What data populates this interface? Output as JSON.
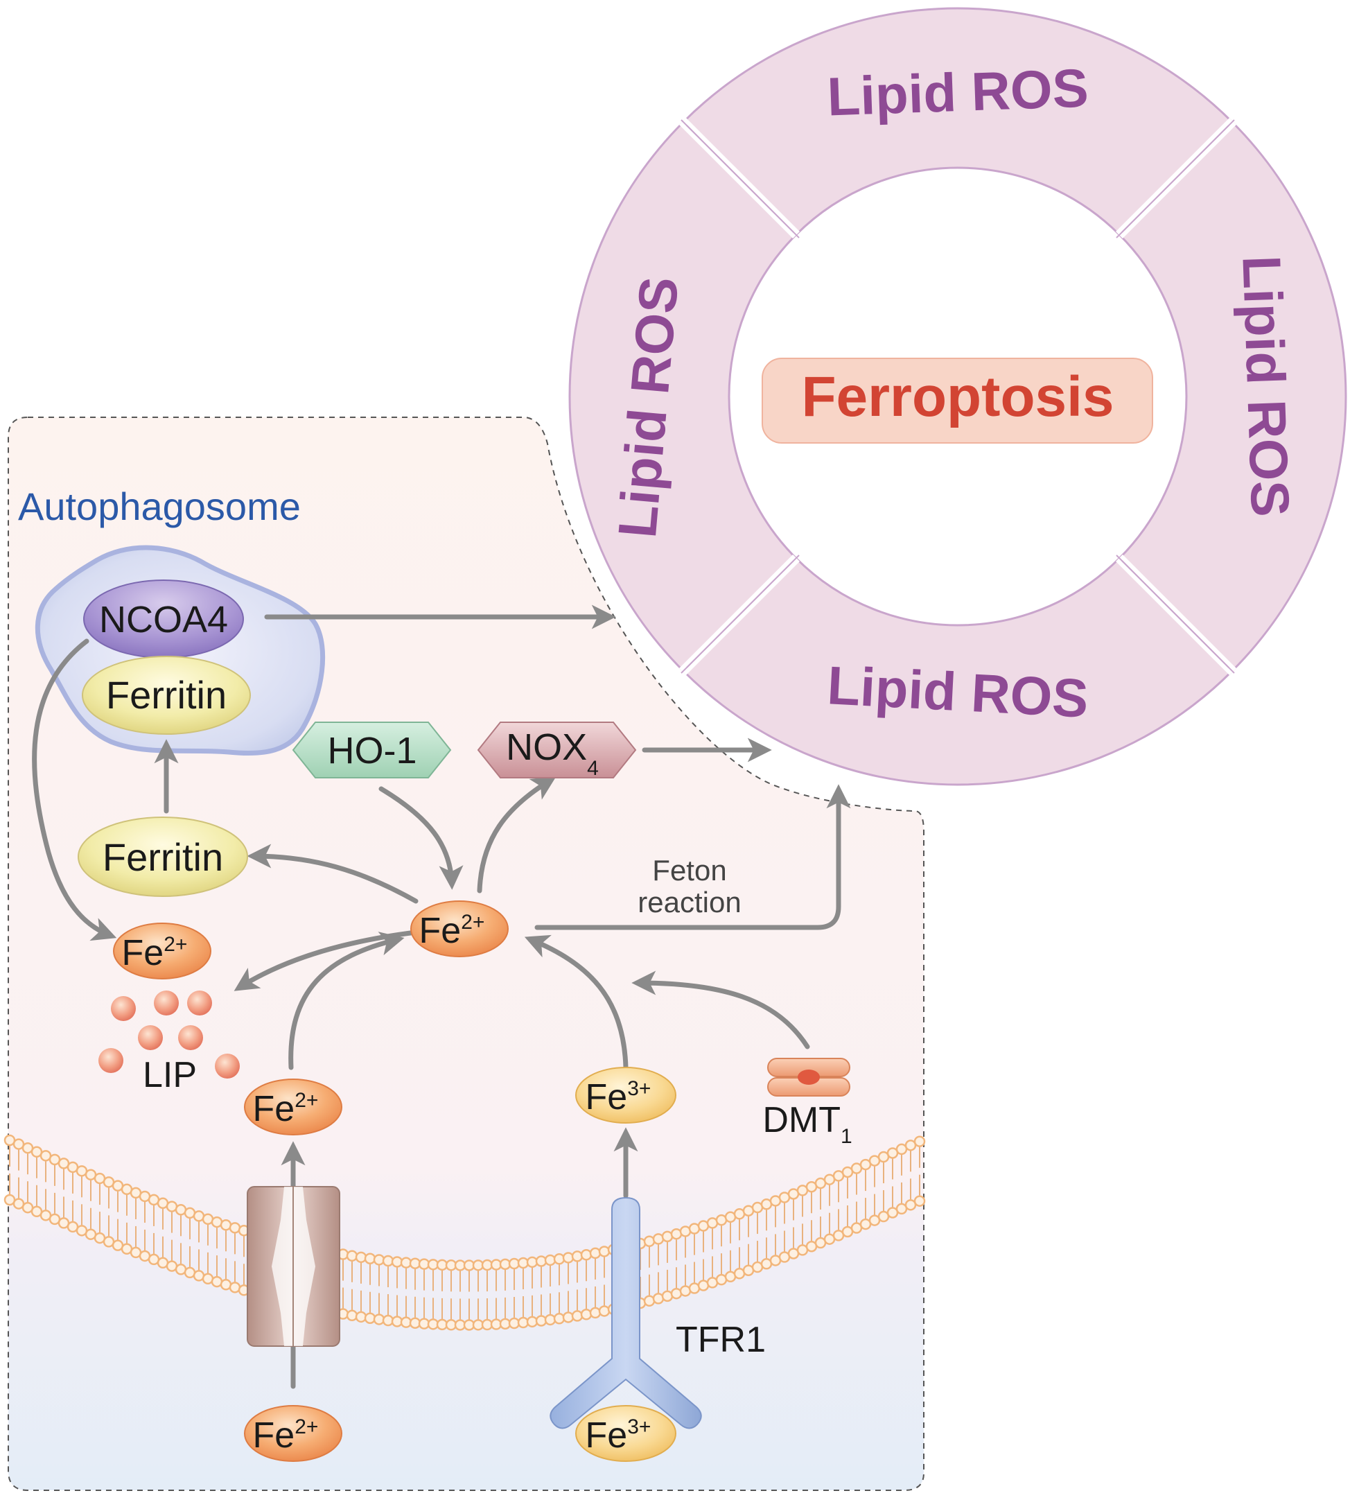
{
  "cell": {
    "compartment_label": "Autophagosome"
  },
  "ring": {
    "center_label": "Ferroptosis",
    "segments": [
      "Lipid ROS",
      "Lipid ROS",
      "Lipid ROS",
      "Lipid ROS"
    ]
  },
  "nodes": {
    "ncoa4": "NCOA4",
    "ferritin_in_autophagosome": "Ferritin",
    "ferritin_cytosol": "Ferritin",
    "ho1": "HO-1",
    "nox_base": "NOX",
    "nox_sub": "4",
    "fe_base": "Fe",
    "fe2_sup": "2+",
    "fe3_sup": "3+",
    "lip": "LIP",
    "dmt_base": "DMT",
    "dmt_sub": "1",
    "tfr1": "TFR1",
    "fenton_line1": "Feton",
    "fenton_line2": "reaction"
  },
  "colors": {
    "ring_fill": "#efdbe6",
    "ring_stroke": "#c9a5cc",
    "ring_text": "#8e4a94",
    "ferroptosis_text": "#d24433",
    "ferroptosis_box": "#f8d5c7",
    "autophagosome_text": "#2b59a8",
    "arrow": "#8a8a8a",
    "iron_orange": "#f2a064",
    "fe3_yellow": "#f6cf80",
    "membrane_bead": "#f2b67b"
  }
}
